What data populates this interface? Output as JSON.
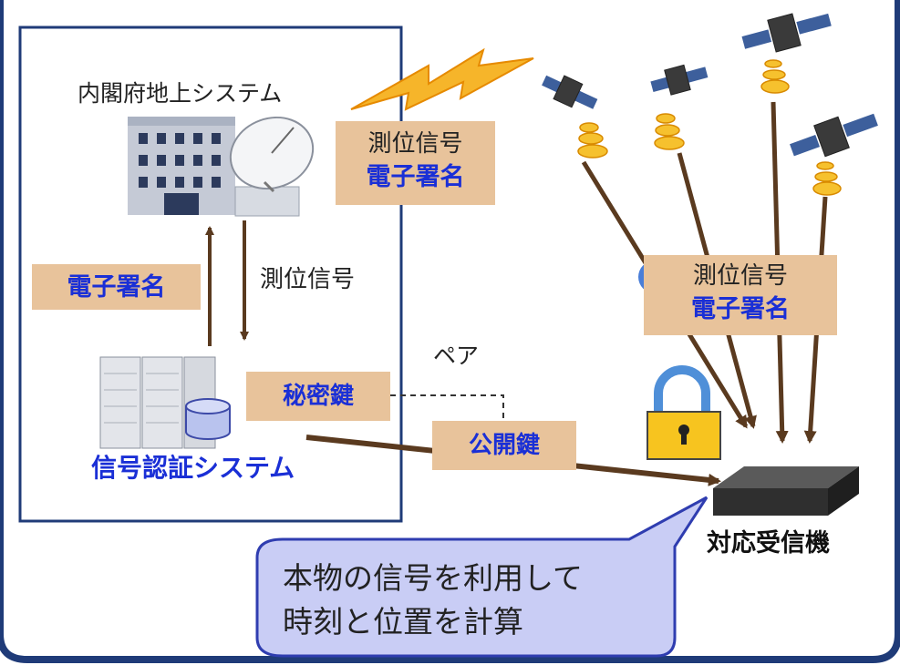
{
  "ground_system": {
    "title": "内閣府地上システム"
  },
  "upper_label": {
    "line1": "測位信号",
    "line2": "電子署名"
  },
  "left_label": {
    "text": "電子署名"
  },
  "down_arrow_label": {
    "text": "測位信号"
  },
  "auth_system": {
    "title": "信号認証システム"
  },
  "secret_key": {
    "text": "秘密鍵"
  },
  "pair_label": {
    "text": "ペア"
  },
  "public_key": {
    "text": "公開鍵"
  },
  "satellite_label": {
    "line1": "測位信号",
    "line2": "電子署名"
  },
  "receiver": {
    "title": "対応受信機"
  },
  "callout": {
    "line1": "本物の信号を利用して",
    "line2": "時刻と位置を計算"
  },
  "colors": {
    "frame_blue": "#1f3b78",
    "label_fill": "#e8c39b",
    "accent_text": "#1a2fd6",
    "arrow_brown": "#5a3a1f",
    "callout_fill": "#c9cdf5",
    "callout_border": "#2f3db0"
  }
}
